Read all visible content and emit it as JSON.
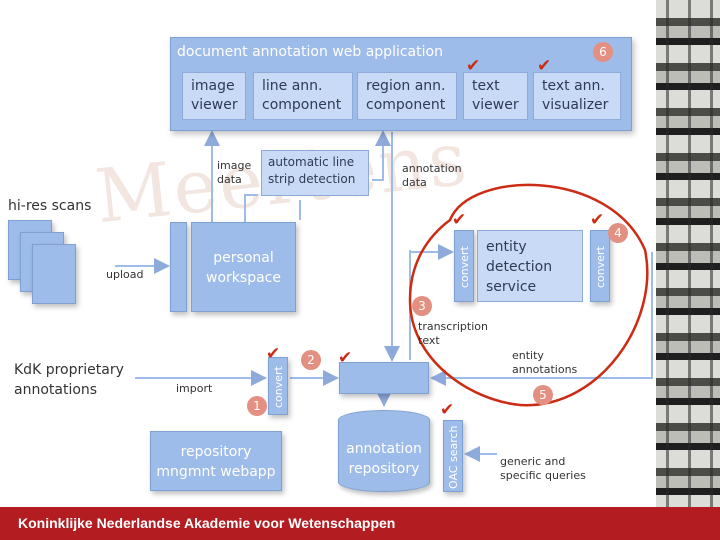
{
  "diagram": {
    "title": "document annotation web application",
    "components": [
      "image viewer",
      "line ann. component",
      "region ann. component",
      "text viewer",
      "text ann. visualizer"
    ],
    "labels": {
      "image_data": "image data",
      "auto_line": "automatic line strip detection",
      "annotation_data": "annotation data",
      "hires_scans": "hi-res scans",
      "upload": "upload",
      "personal_workspace": "personal workspace",
      "entity_service": "entity detection service",
      "convert": "convert",
      "transcription_text": "transcription text",
      "entity_annotations": "entity annotations",
      "kdk_annotations": "KdK proprietary annotations",
      "import": "import",
      "repository_webapp": "repository mngmnt webapp",
      "annotation_repository": "annotation repository",
      "oac_search": "OAC search",
      "generic_queries": "generic and specific queries",
      "watermark": "Meertens"
    },
    "badges": [
      "1",
      "2",
      "3",
      "4",
      "5",
      "6"
    ],
    "footer": "Koninklijke Nederlandse Akademie voor Wetenschappen",
    "colors": {
      "box": "#9dbce9",
      "accent": "#cc2b14",
      "footer": "#b31d22"
    }
  }
}
